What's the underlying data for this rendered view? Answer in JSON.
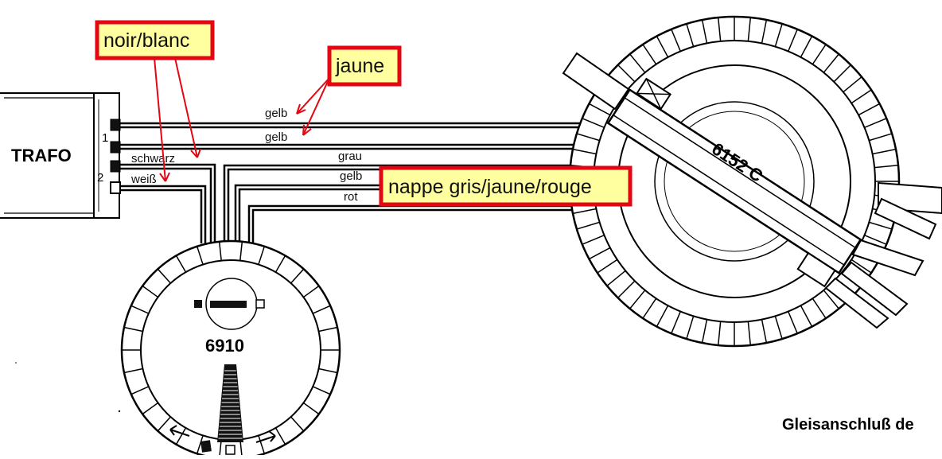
{
  "trafo": {
    "label": "TRAFO",
    "terminal_1": "1",
    "terminal_2": "2"
  },
  "wires": {
    "gelb_top": "gelb",
    "gelb_second": "gelb",
    "schwarz": "schwarz",
    "weiss": "weiß",
    "grau": "grau",
    "gelb_lower": "gelb",
    "rot": "rot"
  },
  "callouts": {
    "noir_blanc": "noir/blanc",
    "jaune": "jaune",
    "nappe": "nappe gris/jaune/rouge"
  },
  "control_unit": {
    "label": "6910"
  },
  "turntable": {
    "label": "6152 C"
  },
  "caption": "Gleisanschluß de",
  "colors": {
    "callout_border": "#e30613",
    "callout_fill": "#ffffa0",
    "arrow": "#e30613",
    "line": "#000000"
  }
}
